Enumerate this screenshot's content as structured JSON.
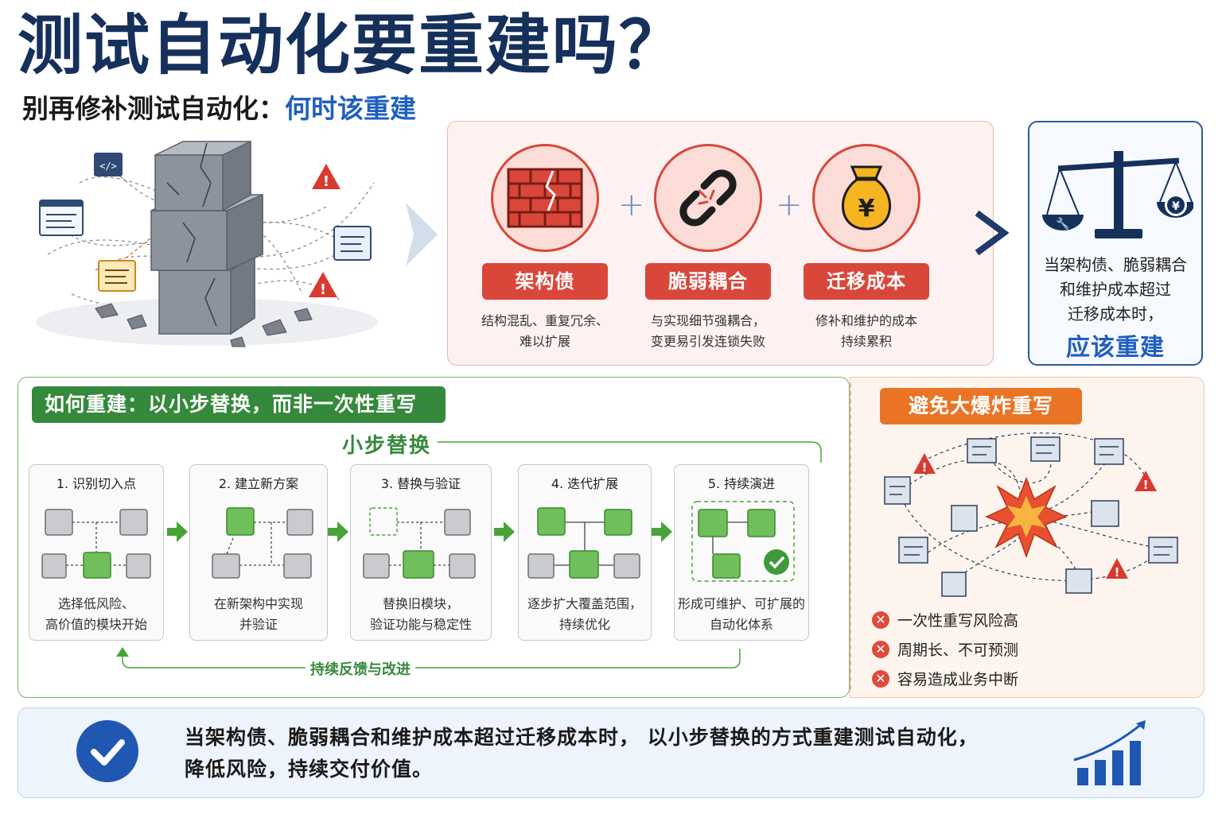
{
  "header": {
    "title": "测试自动化要重建吗？",
    "subtitle_prefix": "别再修补测试自动化：",
    "subtitle_highlight": "何时该重建"
  },
  "causes": [
    {
      "label": "架构债",
      "desc_line1": "结构混乱、重复冗余、",
      "desc_line2": "难以扩展",
      "icon": "brick-wall-icon"
    },
    {
      "label": "脆弱耦合",
      "desc_line1": "与实现细节强耦合，",
      "desc_line2": "变更易引发连锁失败",
      "icon": "broken-chain-icon"
    },
    {
      "label": "迁移成本",
      "desc_line1": "修补和维护的成本",
      "desc_line2": "持续累积",
      "icon": "money-bag-icon"
    }
  ],
  "plus_sign": "+",
  "verdict": {
    "line1": "当架构债、脆弱耦合",
    "line2": "和维护成本超过",
    "line3": "迁移成本时，",
    "strong": "应该重建",
    "wrench_glyph": "🔧",
    "money_glyph": "¥"
  },
  "process": {
    "header": "如何重建：以小步替换，而非一次性重写",
    "small_step_label": "小步替换",
    "feedback_label": "持续反馈与改进",
    "steps": [
      {
        "title": "1. 识别切入点",
        "desc_line1": "选择低风险、",
        "desc_line2": "高价值的模块开始"
      },
      {
        "title": "2. 建立新方案",
        "desc_line1": "在新架构中实现",
        "desc_line2": "并验证"
      },
      {
        "title": "3. 替换与验证",
        "desc_line1": "替换旧模块，",
        "desc_line2": "验证功能与稳定性"
      },
      {
        "title": "4. 迭代扩展",
        "desc_line1": "逐步扩大覆盖范围，",
        "desc_line2": "持续优化"
      },
      {
        "title": "5. 持续演进",
        "desc_line1": "形成可维护、可扩展的",
        "desc_line2": "自动化体系"
      }
    ]
  },
  "bigbang": {
    "header": "避免大爆炸重写",
    "risks": [
      "一次性重写风险高",
      "周期长、不可预测",
      "容易造成业务中断"
    ],
    "x_glyph": "✕"
  },
  "summary": {
    "line1": "当架构债、脆弱耦合和维护成本超过迁移成本时，  以小步替换的方式重建测试自动化，",
    "line2": "降低风险，持续交付价值。"
  },
  "icon_glyphs": {
    "code": "</>",
    "warning": "!",
    "yen": "¥"
  },
  "colors": {
    "navy": "#16305c",
    "accent_blue": "#1f5fbf",
    "red": "#d9473b",
    "green": "#35893c",
    "orange": "#ea7426"
  }
}
